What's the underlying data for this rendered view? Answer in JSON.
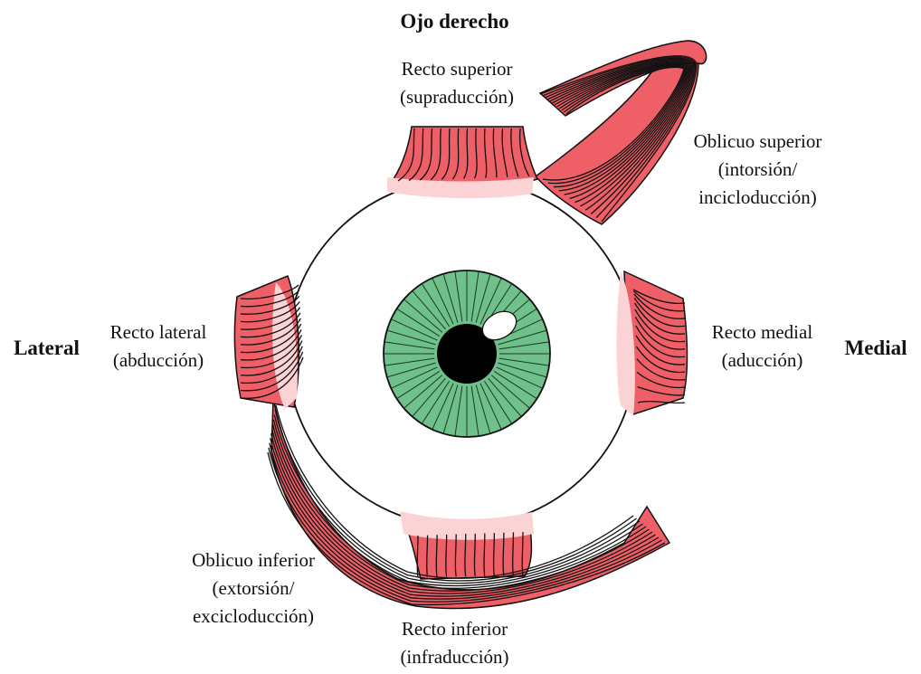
{
  "title": "Ojo derecho",
  "side_left": "Lateral",
  "side_right": "Medial",
  "muscles": {
    "superior_rectus": {
      "name": "Recto superior",
      "action": "(supraducción)"
    },
    "superior_oblique": {
      "name": "Oblicuo superior",
      "action_1": "(intorsión/",
      "action_2": "incicloducción)"
    },
    "lateral_rectus": {
      "name": "Recto lateral",
      "action": "(abducción)"
    },
    "medial_rectus": {
      "name": "Recto medial",
      "action": "(aducción)"
    },
    "inferior_oblique": {
      "name": "Oblicuo inferior",
      "action_1": "(extorsión/",
      "action_2": "excicloducción)"
    },
    "inferior_rectus": {
      "name": "Recto inferior",
      "action": "(infraducción)"
    }
  },
  "colors": {
    "muscle": "#ee5f67",
    "muscle_light": "#fbd3d5",
    "iris": "#6fc08a",
    "pupil": "#000000",
    "outline": "#111111"
  }
}
